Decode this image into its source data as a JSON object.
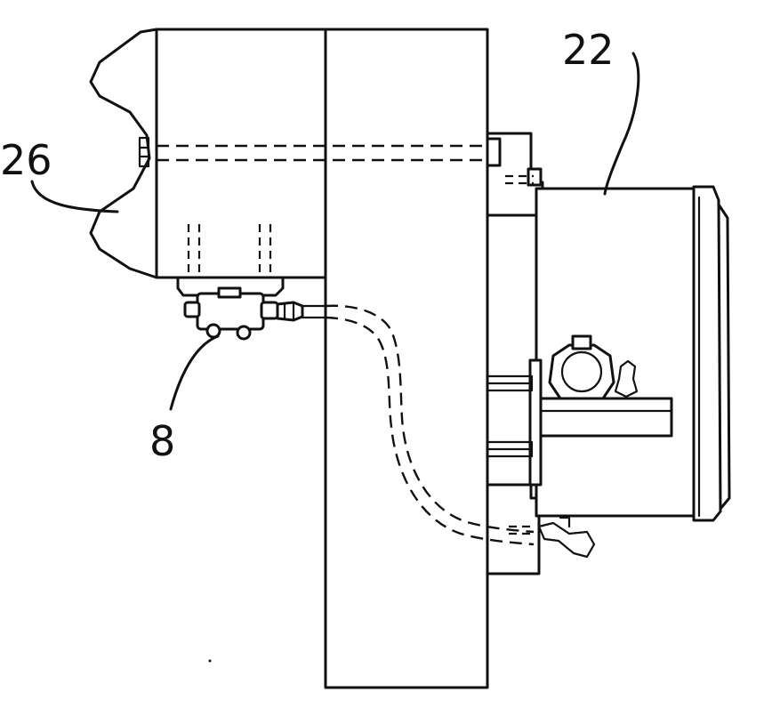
{
  "figure": {
    "labels": {
      "label_22": "22",
      "label_26": "26",
      "label_8": "8"
    },
    "colors": {
      "line": "#111111",
      "background": "#ffffff"
    }
  }
}
